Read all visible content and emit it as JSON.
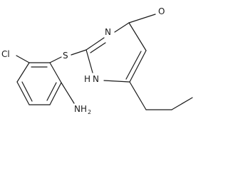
{
  "diagram": {
    "kind": "skeletal-structure",
    "atoms": {
      "carbonyl_oxygen": "O",
      "ring_nitrogen_top": "N",
      "thioether_sulfur": "S",
      "ring_nitrogen_h": "H",
      "ring_nitrogen_h_n": "N",
      "chlorine": "Cl",
      "amine": "NH",
      "amine_subscript": "2"
    }
  }
}
